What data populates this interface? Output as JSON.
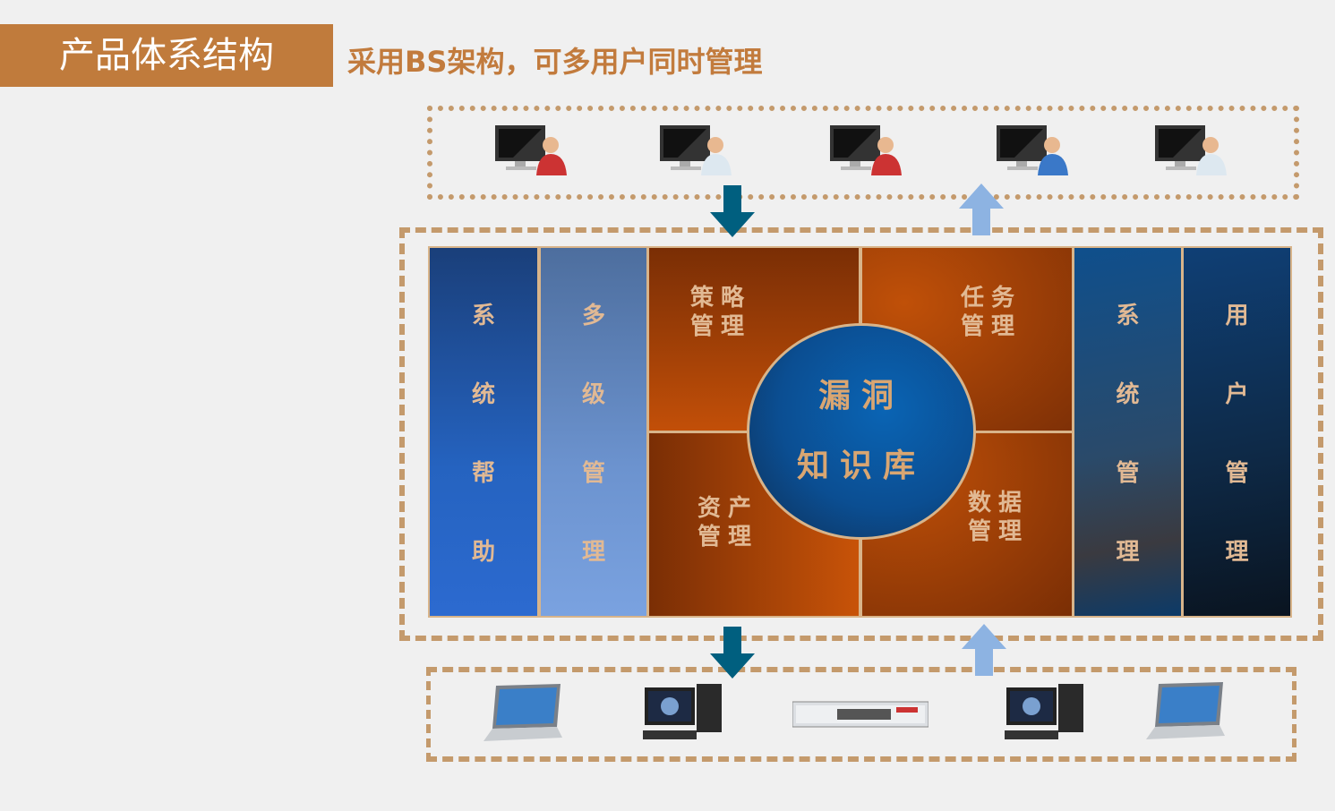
{
  "header": {
    "title": "产品体系结构",
    "subtitle": "采用BS架构，可多用户同时管理"
  },
  "left_columns": [
    {
      "label": [
        "系",
        "统",
        "帮",
        "助"
      ]
    },
    {
      "label": [
        "多",
        "级",
        "管",
        "理"
      ]
    }
  ],
  "quadrants": [
    {
      "label": [
        "策略",
        "管理"
      ]
    },
    {
      "label": [
        "任务",
        "管理"
      ]
    },
    {
      "label": [
        "资产",
        "管理"
      ]
    },
    {
      "label": [
        "数据",
        "管理"
      ]
    }
  ],
  "center": {
    "line1": "漏洞",
    "line2": "知识库"
  },
  "right_columns": [
    {
      "label": [
        "系",
        "统",
        "管",
        "理"
      ]
    },
    {
      "label": [
        "用",
        "户",
        "管",
        "理"
      ]
    }
  ],
  "colors": {
    "accent": "#c07b3c",
    "arrow_down": "#005f7f",
    "arrow_up": "#8db3e2",
    "border": "#c49a6c"
  }
}
